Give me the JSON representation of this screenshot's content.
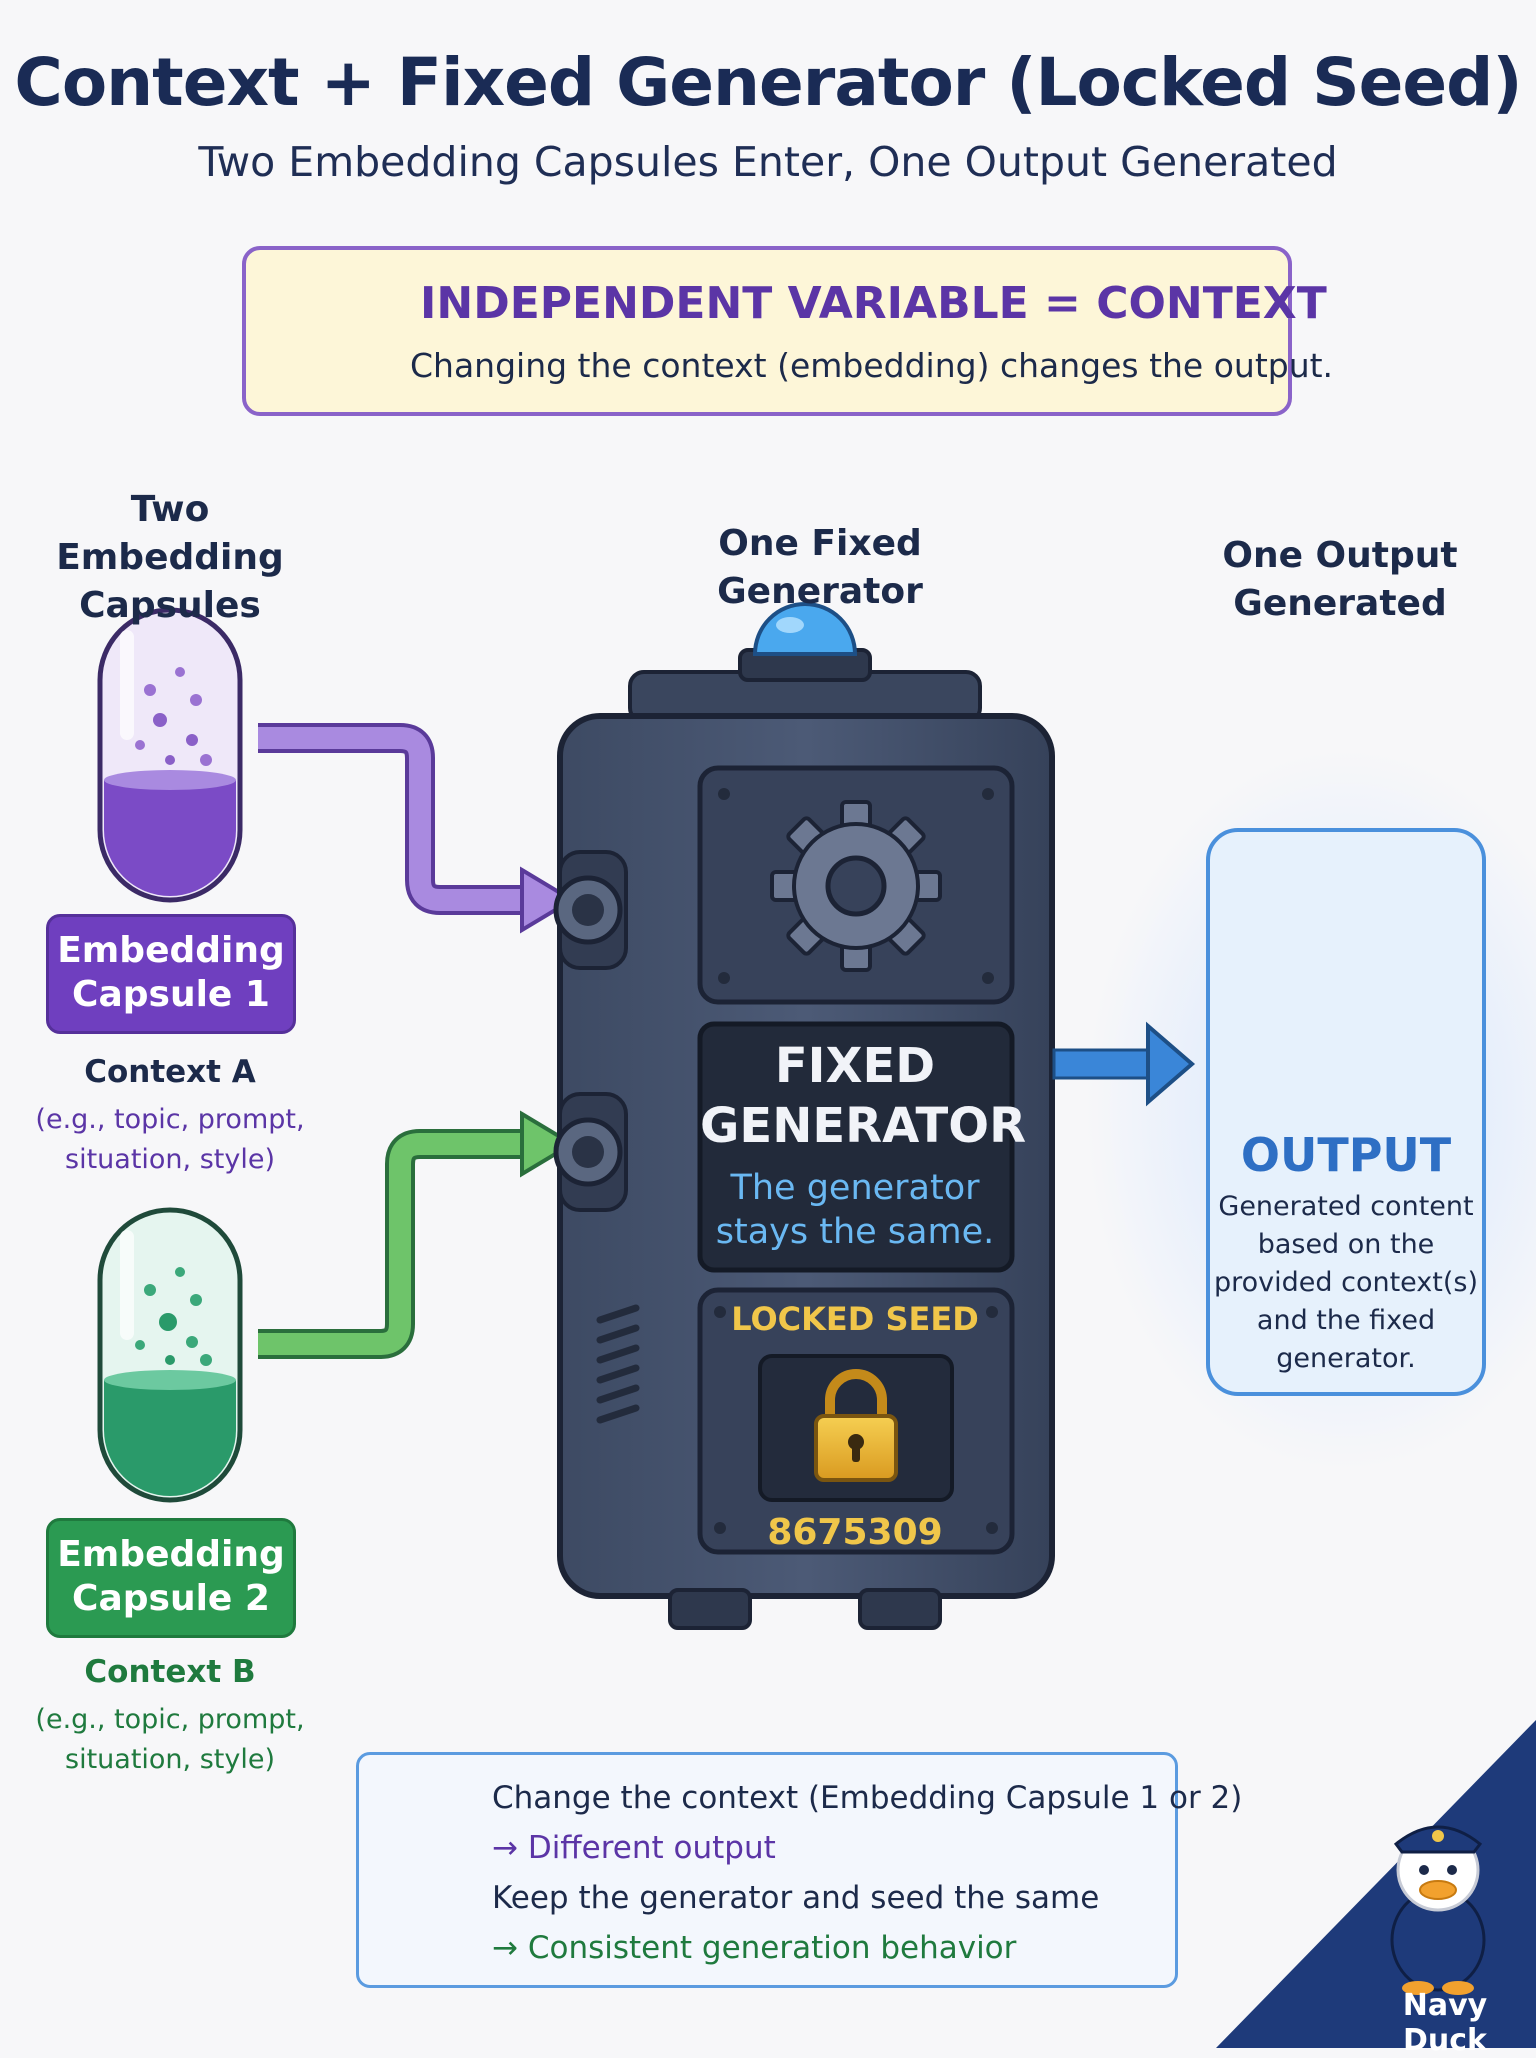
{
  "header": {
    "title": "Context + Fixed Generator (Locked Seed)",
    "subtitle": "Two Embedding Capsules Enter, One Output Generated"
  },
  "independent_variable": {
    "title": "INDEPENDENT VARIABLE = CONTEXT",
    "text": "Changing the context (embedding) changes the output."
  },
  "columns": {
    "capsules": "Two Embedding Capsules",
    "generator": "One Fixed Generator",
    "output": "One Output Generated"
  },
  "capsule1": {
    "label": "Embedding Capsule 1",
    "context": "Context A",
    "example": "(e.g., topic, prompt, situation, style)",
    "color": "#6f3fbf"
  },
  "capsule2": {
    "label": "Embedding Capsule 2",
    "context": "Context B",
    "example": "(e.g., topic, prompt, situation, style)",
    "color": "#2b9a52"
  },
  "generator": {
    "title": "FIXED GENERATOR",
    "subtitle": "The generator stays the same.",
    "seed_label": "LOCKED SEED",
    "seed_value": "8675309"
  },
  "output": {
    "title": "OUTPUT",
    "text": "Generated content based on the provided context(s) and the fixed generator."
  },
  "tips": {
    "line1": "Change the context (Embedding Capsule 1 or 2)",
    "line2": "→ Different output",
    "line3": "Keep the generator and seed the same",
    "line4": "→ Consistent generation behavior"
  },
  "brand": {
    "name": "Navy Duck"
  }
}
